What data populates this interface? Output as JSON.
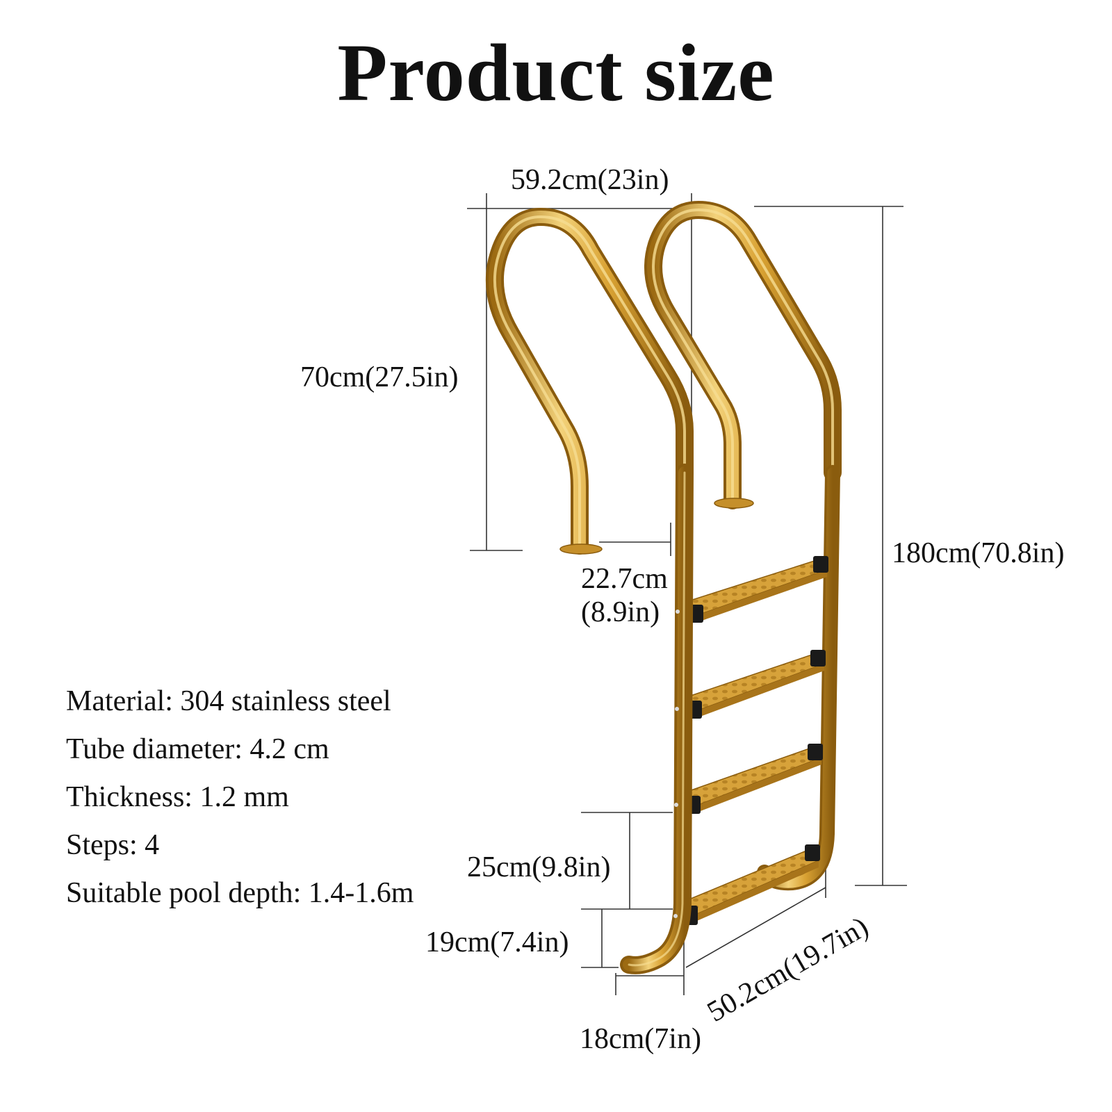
{
  "title": "Product size",
  "dimensions": {
    "top_width": "59.2cm(23in)",
    "handrail_height": "70cm(27.5in)",
    "total_height": "180cm(70.8in)",
    "handrail_gap_value": "22.7cm",
    "handrail_gap_inches": "(8.9in)",
    "step_spacing": "25cm(9.8in)",
    "bottom_height": "19cm(7.4in)",
    "foot_depth": "18cm(7in)",
    "step_width": "50.2cm(19.7in)"
  },
  "specs": [
    "Material: 304 stainless steel",
    "Tube diameter: 4.2 cm",
    "Thickness: 1.2 mm",
    "Steps: 4",
    "Suitable pool depth: 1.4-1.6m"
  ],
  "colors": {
    "gold": "#d9a233",
    "gold_dark": "#9c6a12",
    "gold_light": "#f3d27a",
    "line": "#333333",
    "cap": "#1a1a1a"
  }
}
